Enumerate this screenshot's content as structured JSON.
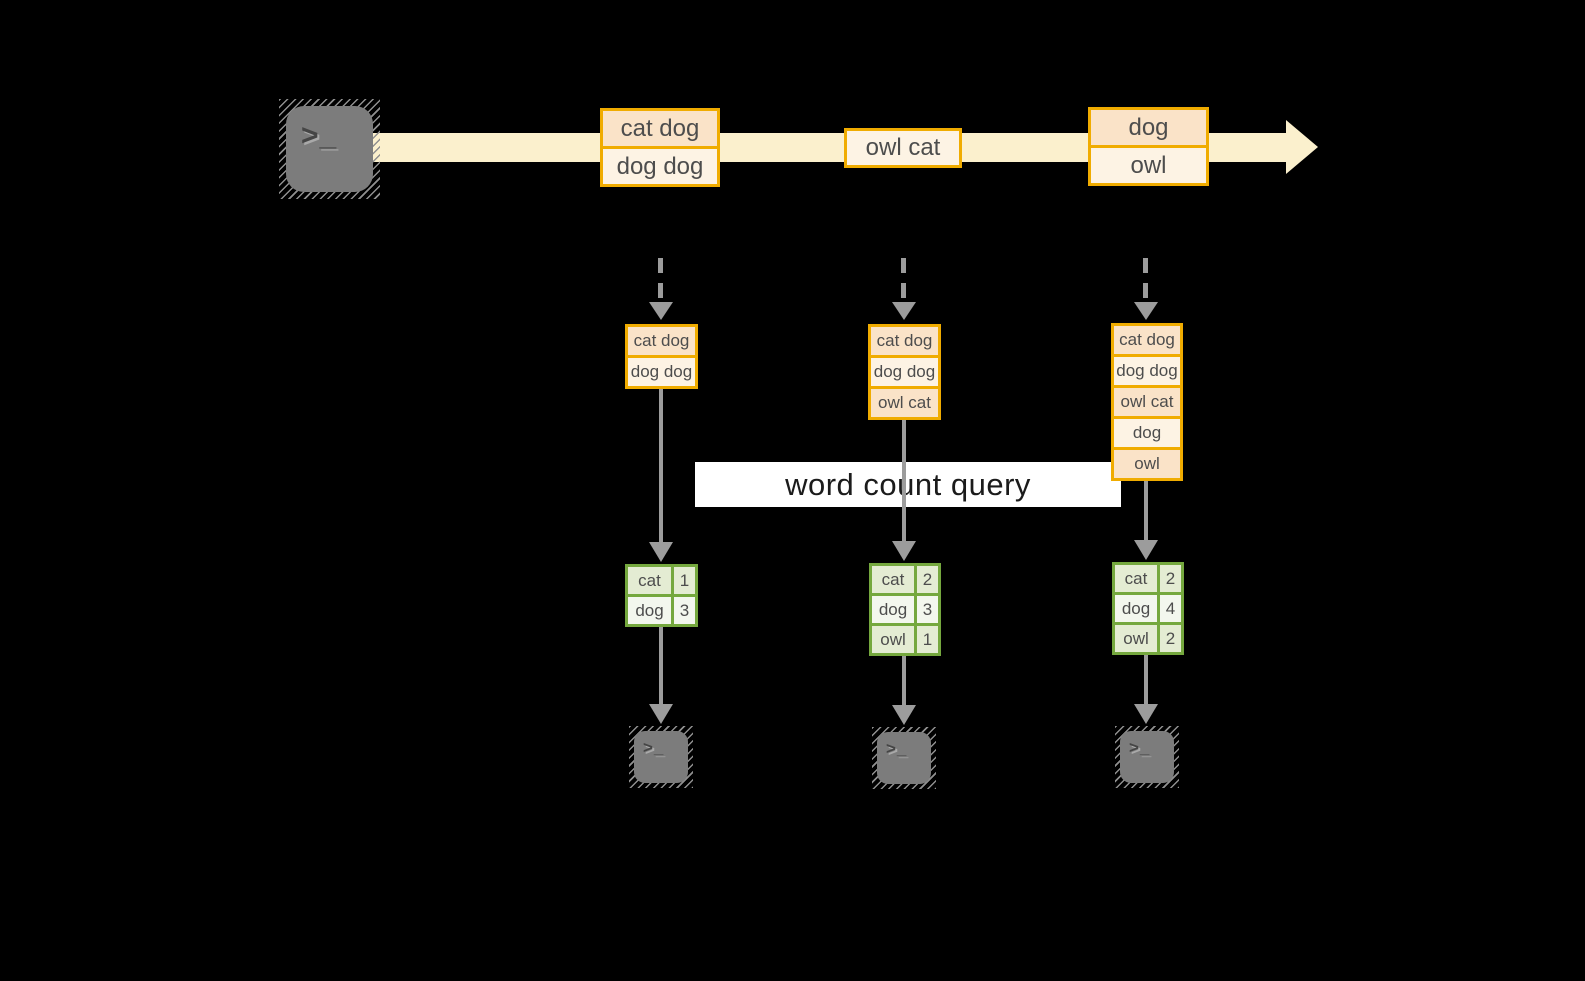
{
  "diagram": {
    "query_label": "word count query",
    "source_terminal_glyph": ">_",
    "sink_terminal_glyph": ">_"
  },
  "colors": {
    "background": "#000000",
    "stream_arrow_fill": "#fbf0cd",
    "event_border": "#f0ac00",
    "event_fill_peach": "#fae3c8",
    "event_fill_cream": "#fdf3e4",
    "table_border": "#75a83e",
    "table_fill_green": "#e4ecd3",
    "table_fill_white": "#f3f7ee",
    "arrow_gray": "#9c9c9c",
    "terminal_gray": "#7c7c7c",
    "query_band_bg": "#ffffff"
  },
  "stream_boxes": [
    {
      "cells": [
        "cat dog",
        "dog dog"
      ]
    },
    {
      "cells": [
        "owl cat"
      ]
    },
    {
      "cells": [
        "dog",
        "owl"
      ]
    }
  ],
  "columns": [
    {
      "input": [
        "cat dog",
        "dog dog"
      ],
      "result": [
        {
          "word": "cat",
          "count": "1"
        },
        {
          "word": "dog",
          "count": "3"
        }
      ]
    },
    {
      "input": [
        "cat dog",
        "dog dog",
        "owl cat"
      ],
      "result": [
        {
          "word": "cat",
          "count": "2"
        },
        {
          "word": "dog",
          "count": "3"
        },
        {
          "word": "owl",
          "count": "1"
        }
      ]
    },
    {
      "input": [
        "cat dog",
        "dog dog",
        "owl cat",
        "dog",
        "owl"
      ],
      "result": [
        {
          "word": "cat",
          "count": "2"
        },
        {
          "word": "dog",
          "count": "4"
        },
        {
          "word": "owl",
          "count": "2"
        }
      ]
    }
  ]
}
